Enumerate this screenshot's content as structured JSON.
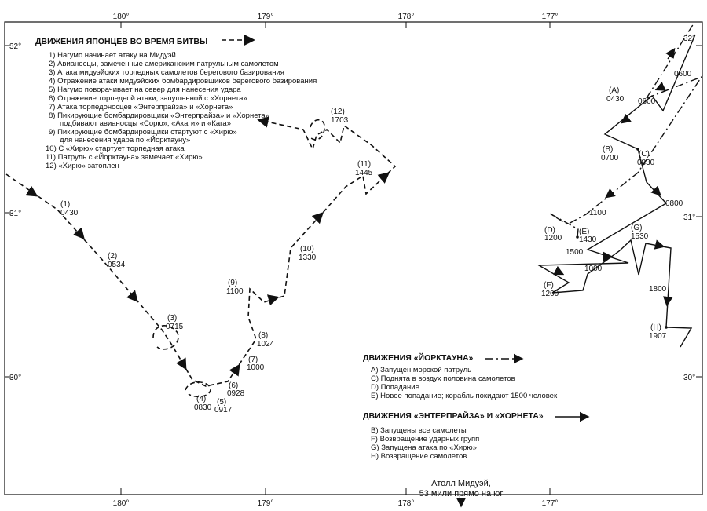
{
  "coords": {
    "top": [
      "180°",
      "179°",
      "178°",
      "177°"
    ],
    "bottom": [
      "180°",
      "179°",
      "178°",
      "177°"
    ],
    "left": [
      "32°",
      "31°",
      "30°"
    ],
    "right": [
      "32°",
      "31°",
      "30°"
    ]
  },
  "japanese_legend": {
    "title": "ДВИЖЕНИЯ ЯПОНЦЕВ ВО ВРЕМЯ БИТВЫ",
    "items": [
      "1) Нагумо начинает атаку на Мидуэй",
      "2) Авианосцы, замеченные американским патрульным самолетом",
      "3) Атака мидуэйских торпедных самолетов берегового базирования",
      "4) Отражение атаки мидуэйских бомбардировщиков берегового базирования",
      "5) Нагумо поворачивает на север для нанесения удара",
      "6) Отражение торпедной атаки, запущенной с «Хорнета»",
      "7) Атака торпедоносцев «Энтерпрайза» и «Хорнета»",
      "8) Пикирующие бомбардировщики «Энтерпрайза» и «Хорнета»",
      "подбивают авианосцы «Сорю», «Акаги» и «Кага»",
      "9) Пикирующие бомбардировщики стартуют с «Хирю»",
      "для нанесения удара по «Йорктауну»",
      "10) С «Хирю» стартует торпедная атака",
      "11) Патруль с «Йорктауна» замечает «Хирю»",
      "12) «Хирю» затоплен"
    ]
  },
  "yorktown_legend": {
    "title": "ДВИЖЕНИЯ «ЙОРКТАУНА»",
    "items": [
      "A) Запущен морской патруль",
      "C) Поднята в воздух половина самолетов",
      "D) Попадание",
      "E) Новое попадание; корабль покидают 1500 человек"
    ]
  },
  "enterprise_legend": {
    "title": "ДВИЖЕНИЯ «ЭНТЕРПРАЙЗА» И «ХОРНЕТА»",
    "items": [
      "B) Запущены все самолеты",
      "F) Возвращение ударных групп",
      "G) Запущена атака по «Хирю»",
      "H) Возвращение самолетов"
    ]
  },
  "japanese_points": [
    {
      "num": "(1)",
      "time": "0430"
    },
    {
      "num": "(2)",
      "time": "0534"
    },
    {
      "num": "(3)",
      "time": "0715"
    },
    {
      "num": "(4)",
      "time": "0830"
    },
    {
      "num": "(5)",
      "time": "0917"
    },
    {
      "num": "(6)",
      "time": "0928"
    },
    {
      "num": "(7)",
      "time": "1000"
    },
    {
      "num": "(8)",
      "time": "1024"
    },
    {
      "num": "(9)",
      "time": "1100"
    },
    {
      "num": "(10)",
      "time": "1330"
    },
    {
      "num": "(11)",
      "time": "1445"
    },
    {
      "num": "(12)",
      "time": "1703"
    }
  ],
  "yorktown_points": [
    {
      "letter": "(A)",
      "time": "0430"
    },
    {
      "letter": "(C)",
      "time": "0830"
    },
    {
      "letter": "(D)",
      "time": "1200"
    },
    {
      "letter": "(E)",
      "time": "1430"
    }
  ],
  "yorktown_times": [
    "0600",
    "1100",
    "1500"
  ],
  "enterprise_points": [
    {
      "letter": "(B)",
      "time": "0700"
    },
    {
      "letter": "(G)",
      "time": "1530"
    },
    {
      "letter": "(F)",
      "time": "1200"
    },
    {
      "letter": "(H)",
      "time": "1907"
    }
  ],
  "enterprise_times": [
    "0600",
    "0800",
    "1000",
    "1800"
  ],
  "midway_note": [
    "Атолл Мидуэй,",
    "53 мили прямо на юг"
  ]
}
